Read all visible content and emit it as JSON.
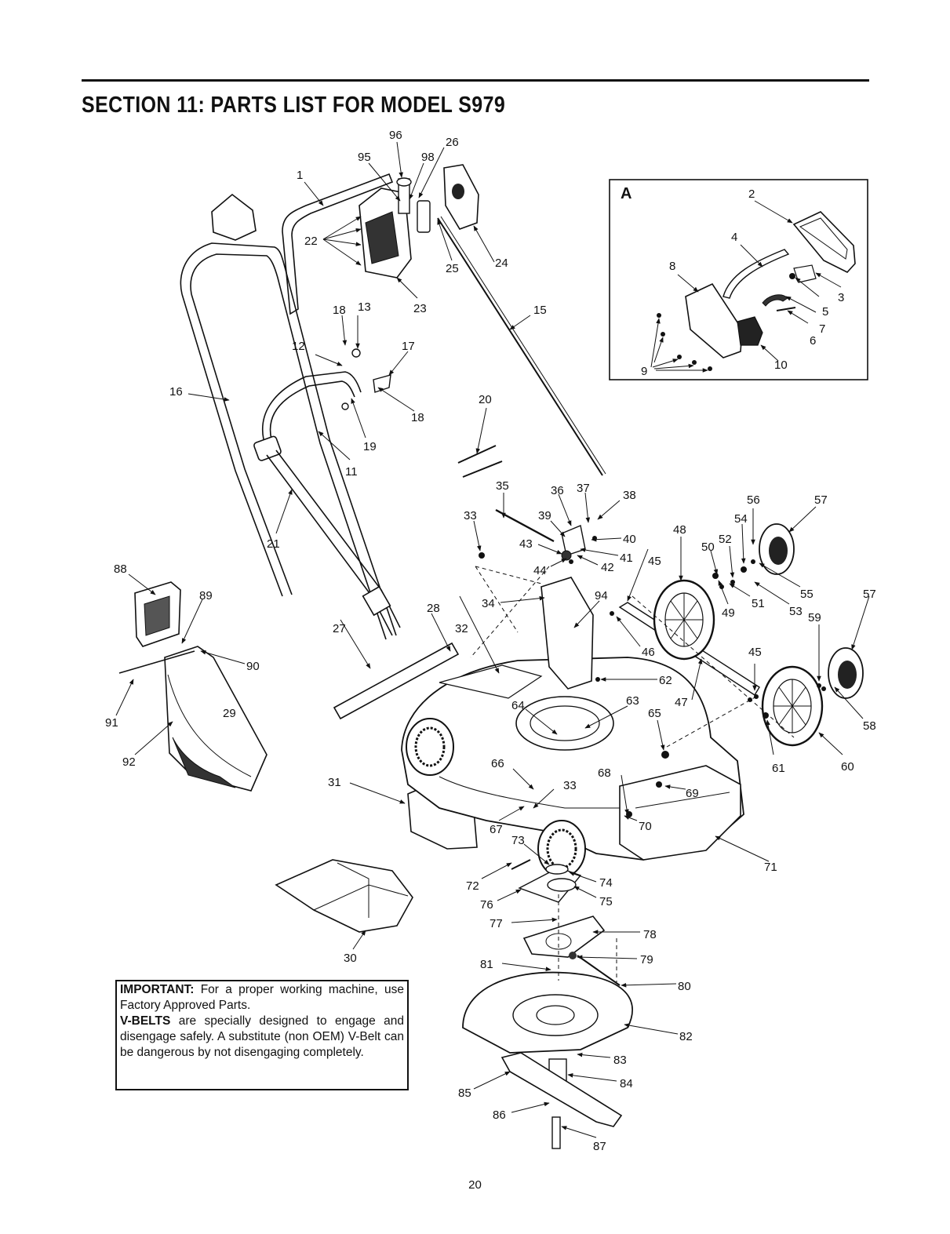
{
  "section_title": "SECTION 11:  PARTS LIST FOR MODEL S979",
  "inset": {
    "letter": "A",
    "callouts": [
      "2",
      "4",
      "8",
      "3",
      "5",
      "7",
      "6",
      "9",
      "10"
    ]
  },
  "callouts": {
    "c96": "96",
    "c26": "26",
    "c95": "95",
    "c98": "98",
    "c1": "1",
    "c22": "22",
    "c24": "24",
    "c25": "25",
    "c23": "23",
    "c18a": "18",
    "c13": "13",
    "c12": "12",
    "c17": "17",
    "c15": "15",
    "c16": "16",
    "c18b": "18",
    "c20": "20",
    "c19": "19",
    "c11": "11",
    "c21": "21",
    "c35": "35",
    "c36": "36",
    "c37": "37",
    "c38": "38",
    "c33a": "33",
    "c39": "39",
    "c40": "40",
    "c43": "43",
    "c41": "41",
    "c44": "44",
    "c42": "42",
    "c56": "56",
    "c57a": "57",
    "c54": "54",
    "c48": "48",
    "c50": "50",
    "c52": "52",
    "c45a": "45",
    "c55": "55",
    "c53": "53",
    "c51": "51",
    "c49": "49",
    "c57b": "57",
    "c88": "88",
    "c89": "89",
    "c94": "94",
    "c28": "28",
    "c27": "27",
    "c32": "32",
    "c34": "34",
    "c46": "46",
    "c45b": "45",
    "c59": "59",
    "c90": "90",
    "c62": "62",
    "c63": "63",
    "c47": "47",
    "c65": "65",
    "c64": "64",
    "c91": "91",
    "c29": "29",
    "c58": "58",
    "c92": "92",
    "c66": "66",
    "c68": "68",
    "c61": "61",
    "c60": "60",
    "c31": "31",
    "c33b": "33",
    "c69": "69",
    "c70": "70",
    "c67": "67",
    "c73": "73",
    "c71": "71",
    "c72": "72",
    "c74": "74",
    "c75": "75",
    "c76": "76",
    "c77": "77",
    "c78": "78",
    "c30": "30",
    "c81": "81",
    "c79": "79",
    "c80": "80",
    "c82": "82",
    "c83": "83",
    "c84": "84",
    "c85": "85",
    "c86": "86",
    "c87": "87"
  },
  "important": {
    "label": "IMPORTANT:",
    "line1": "For a proper working machine, use Factory Approved Parts.",
    "label2": "V-BELTS",
    "line2": "are specially designed to engage and disengage safely. A substitute (non OEM) V-Belt can be dangerous by not disengaging completely."
  },
  "page_number": "20"
}
